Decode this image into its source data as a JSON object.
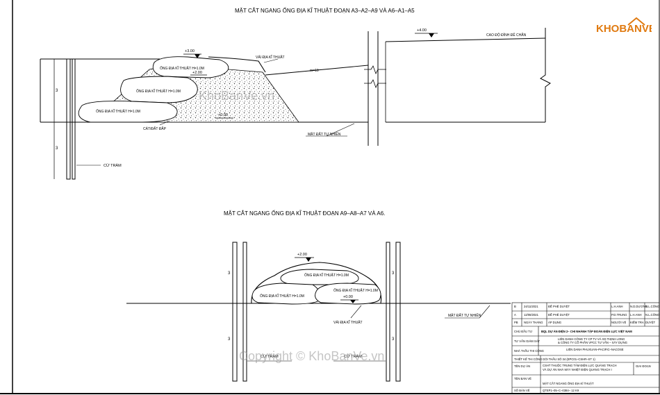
{
  "section1": {
    "title": "MẶT CẮT NGANG ỐNG ĐỊA KĨ THUẬT ĐOẠN A3–A2–A9 VÀ A6–A1–A5",
    "elev_300": "+3.00",
    "elev_200": "+2.00",
    "elev_400": "+4.00",
    "elev_000": "+0.00",
    "tube_top": "ỐNG ĐỊA KĨ THUẬT H=1.0M",
    "tube_mid": "ỐNG ĐỊA KĨ THUẬT H=1.0M",
    "tube_bot": "ỐNG ĐỊA KĨ THUẬT H=1.0M",
    "fabric": "VẢI ĐỊA KĨ THUẬT",
    "slope": "m=10",
    "sand": "CÁT/ĐẤT ĐẮP",
    "natural_ground": "MẶT ĐẤT TỰ NHIÊN",
    "dike_crest": "CAO ĐỘ ĐỈNH ĐÊ CHẮN",
    "pile": "CỪ TRÀM"
  },
  "section2": {
    "title": "MẶT CẮT NGANG ỐNG ĐỊA KĨ THUẬT ĐOẠN A9–A8–A7 VÀ A6.",
    "elev_200": "+2.00",
    "elev_000": "+0.00",
    "tube_top": "ỐNG ĐỊA KĨ THUẬT H=1.0M",
    "tube_left": "ỐNG ĐỊA KĨ THUẬT H=1.0M",
    "tube_right": "ỐNG ĐỊA KĨ THUẬT H=1.0M",
    "fabric": "VẢI ĐỊA KĨ THUẬT",
    "natural_ground": "MẶT ĐẤT TỰ NHIÊN",
    "pile_left": "CỪ TRÀM",
    "pile_right": "CỪ TRÀM"
  },
  "logo": {
    "text": "KHOBANVE"
  },
  "watermark": {
    "top": "KhoBanVe.vn",
    "bottom": "Copyright © KhoBanVe.vn"
  },
  "title_block": {
    "rev_b": "B",
    "rev_b_date": "24/11/2021",
    "rev_b_desc": "ĐỂ PHÊ DUYỆT",
    "rev_a": "A",
    "rev_a_date": "12/08/2021",
    "rev_a_desc": "ĐỂ PHÊ DUYỆT",
    "rev_head": "PB",
    "date_head": "NGÀY THÁNG",
    "desc_head": "ÁP DỤNG",
    "drawn": "NGƯỜI VẼ",
    "checked": "KIỂM TRA",
    "approved": "DUYỆT",
    "n1": "L.H.ANH",
    "n2": "N.D.DƯƠNG",
    "n3": "N.L.CÔNG",
    "n4": "P.D.TRUNG",
    "n5": "L.H.ANH",
    "n6": "N.L.CÔNG",
    "owner_label": "CHỦ ĐẦU TƯ",
    "owner": "BQL DỰ ÁN ĐIỆN 2– CHI NHÁNH TẬP ĐOÀN ĐIỆN LỰC VIỆT NAM",
    "consultant_label": "TƯ VẤN GIÁM SÁT",
    "consultant1": "LIÊN DANH CÔNG TY CP TV VÀ XD THỊNH LONG",
    "consultant2": "& CÔNG TY CỔ PHẦN VPCC TƯ VẤN – XÂY DỰNG",
    "contractor_label": "NHÀ THẦU THI CÔNG",
    "contractor": "LIÊN DANH PHUXUAN–PACIFIC–NACOSE",
    "design_label": "THIẾT KẾ THI CÔNG",
    "package": "GÓI THẦU SỐ 34 (EPC01–CSHR–ST 1)",
    "project_label": "TÊN DỰ ÁN",
    "project1": "CSHT THUỘC TRUNG TÂM ĐIỆN LỰC QUẢNG TRẠCH",
    "project2": "VÀ DỰ ÁN NHÀ MÁY NHIỆT ĐIỆN QUẢNG TRẠCH I",
    "stage": "GIAI ĐOẠN",
    "drawing_label": "TÊN BẢN VẼ",
    "drawing_name": "MẶT CẮT NGANG ỐNG ĐỊA KĨ THUẬT",
    "drawing_no_label": "SỐ BẢN VẼ",
    "drawing_no": "QTEP1–05–C–0384– 12 K9"
  }
}
